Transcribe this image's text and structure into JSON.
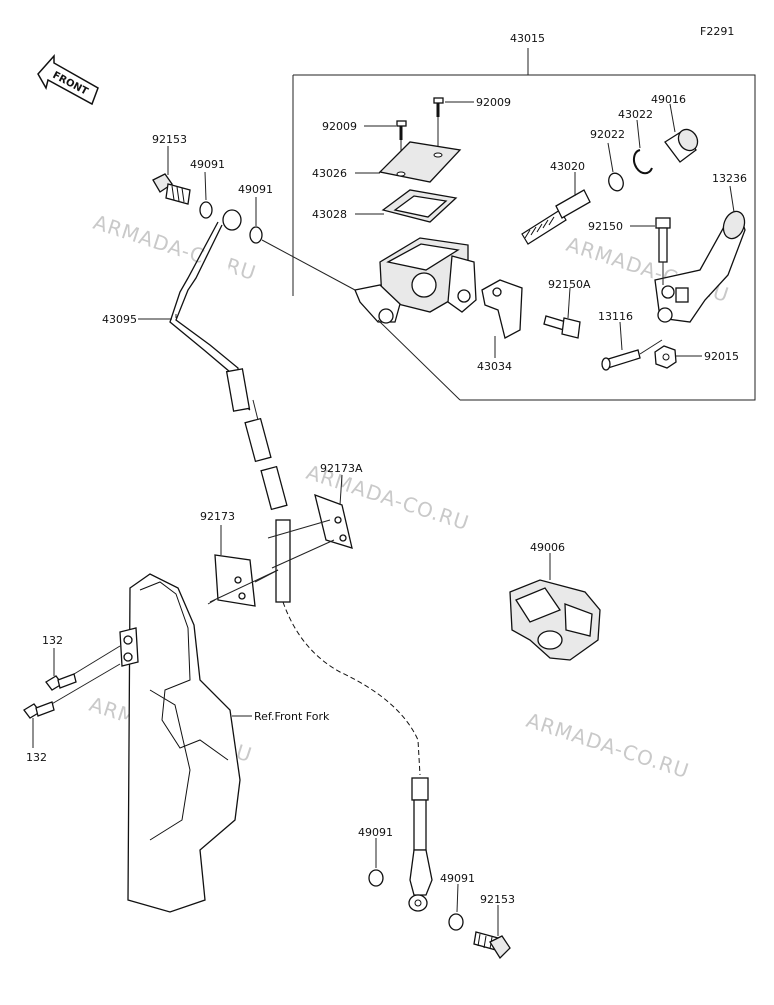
{
  "figure_code": "F2291",
  "front_label": "FRONT",
  "note": "Ref.Front Fork",
  "watermark": "ARMADA-CO.RU",
  "parts": {
    "p43015": "43015",
    "p92009a": "92009",
    "p92009b": "92009",
    "p43026": "43026",
    "p43028": "43028",
    "p43020": "43020",
    "p92022": "92022",
    "p43022": "43022",
    "p49016": "49016",
    "p13236": "13236",
    "p92150": "92150",
    "p92150a": "92150A",
    "p43034": "43034",
    "p13116": "13116",
    "p92015": "92015",
    "p92153a": "92153",
    "p49091a": "49091",
    "p49091b": "49091",
    "p43095": "43095",
    "p92173a": "92173A",
    "p92173": "92173",
    "p49006": "49006",
    "p132a": "132",
    "p132b": "132",
    "p49091c": "49091",
    "p49091d": "49091",
    "p92153b": "92153"
  }
}
